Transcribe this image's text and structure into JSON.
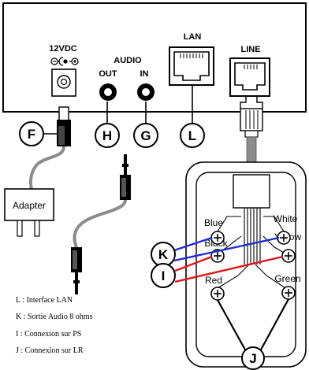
{
  "device": {
    "power_label": "12VDC",
    "audio_label": "AUDIO",
    "out_label": "OUT",
    "in_label": "IN",
    "lan_label": "LAN",
    "line_label": "LINE"
  },
  "adapter": {
    "label": "Adapter"
  },
  "callouts": {
    "F": "F",
    "H": "H",
    "G": "G",
    "L": "L",
    "K": "K",
    "I": "I",
    "J": "J"
  },
  "terminals": {
    "blue": "Blue",
    "white": "White",
    "black": "Black",
    "yellow": "Yellow",
    "red": "Red",
    "green": "Green"
  },
  "legend": [
    "L : Interface LAN",
    "K : Sortie Audio 8 ohms",
    "I : Connexion sur PS",
    "J : Connexion sur LR"
  ],
  "colors": {
    "blue_wire": "#1f2bd6",
    "red_wire": "#e0161a",
    "cable_gray": "#8c8c8c",
    "plug_gray": "#b0b0b0"
  }
}
